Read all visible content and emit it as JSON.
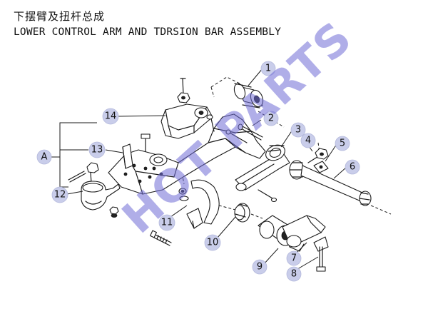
{
  "title_cn": "下摆臂及扭杆总成",
  "title_en": "LOWER CONTROL ARM AND TDRSION BAR ASSEMBLY",
  "watermark": "HOT PARTS",
  "callouts": {
    "c1": "1",
    "c2": "2",
    "c3": "3",
    "c4": "4",
    "c5": "5",
    "c6": "6",
    "c7": "7",
    "c8": "8",
    "c9": "9",
    "c10": "10",
    "c11": "11",
    "c12": "12",
    "c13": "13",
    "c14": "14",
    "cA": "A"
  },
  "colors": {
    "callout_fill": "#c9cdea",
    "watermark": "#6f6cd6",
    "ink": "#1a1a1a"
  }
}
